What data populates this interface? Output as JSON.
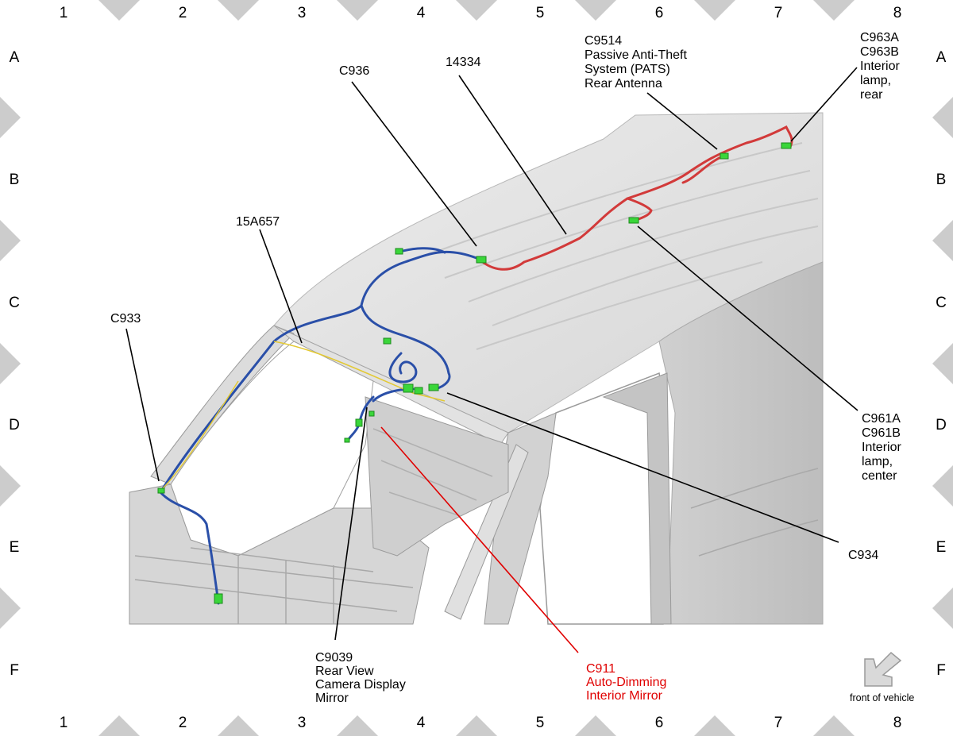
{
  "grid": {
    "columns": [
      "1",
      "2",
      "3",
      "4",
      "5",
      "6",
      "7",
      "8"
    ],
    "rows": [
      "A",
      "B",
      "C",
      "D",
      "E",
      "F"
    ]
  },
  "labels": {
    "c936": [
      "C936"
    ],
    "p14334": [
      "14334"
    ],
    "c9514": [
      "C9514",
      "Passive Anti-Theft",
      "System (PATS)",
      "Rear Antenna"
    ],
    "c963": [
      "C963A",
      "C963B",
      "Interior",
      "lamp,",
      "rear"
    ],
    "p15a657": [
      "15A657"
    ],
    "c933": [
      "C933"
    ],
    "c961": [
      "C961A",
      "C961B",
      "Interior",
      "lamp,",
      "center"
    ],
    "c934": [
      "C934"
    ],
    "c9039": [
      "C9039",
      "Rear View",
      "Camera Display",
      "Mirror"
    ],
    "c911": [
      "C911",
      "Auto-Dimming",
      "Interior Mirror"
    ]
  },
  "front_of_vehicle": "front of vehicle",
  "colors": {
    "harness_blue": "#2a4fa8",
    "harness_red": "#d23a3a",
    "connector_green": "#3ad63a",
    "highlight_leader": "#e00000",
    "body_gray": "#cfd1d4",
    "marker_gray": "#cccccc"
  }
}
